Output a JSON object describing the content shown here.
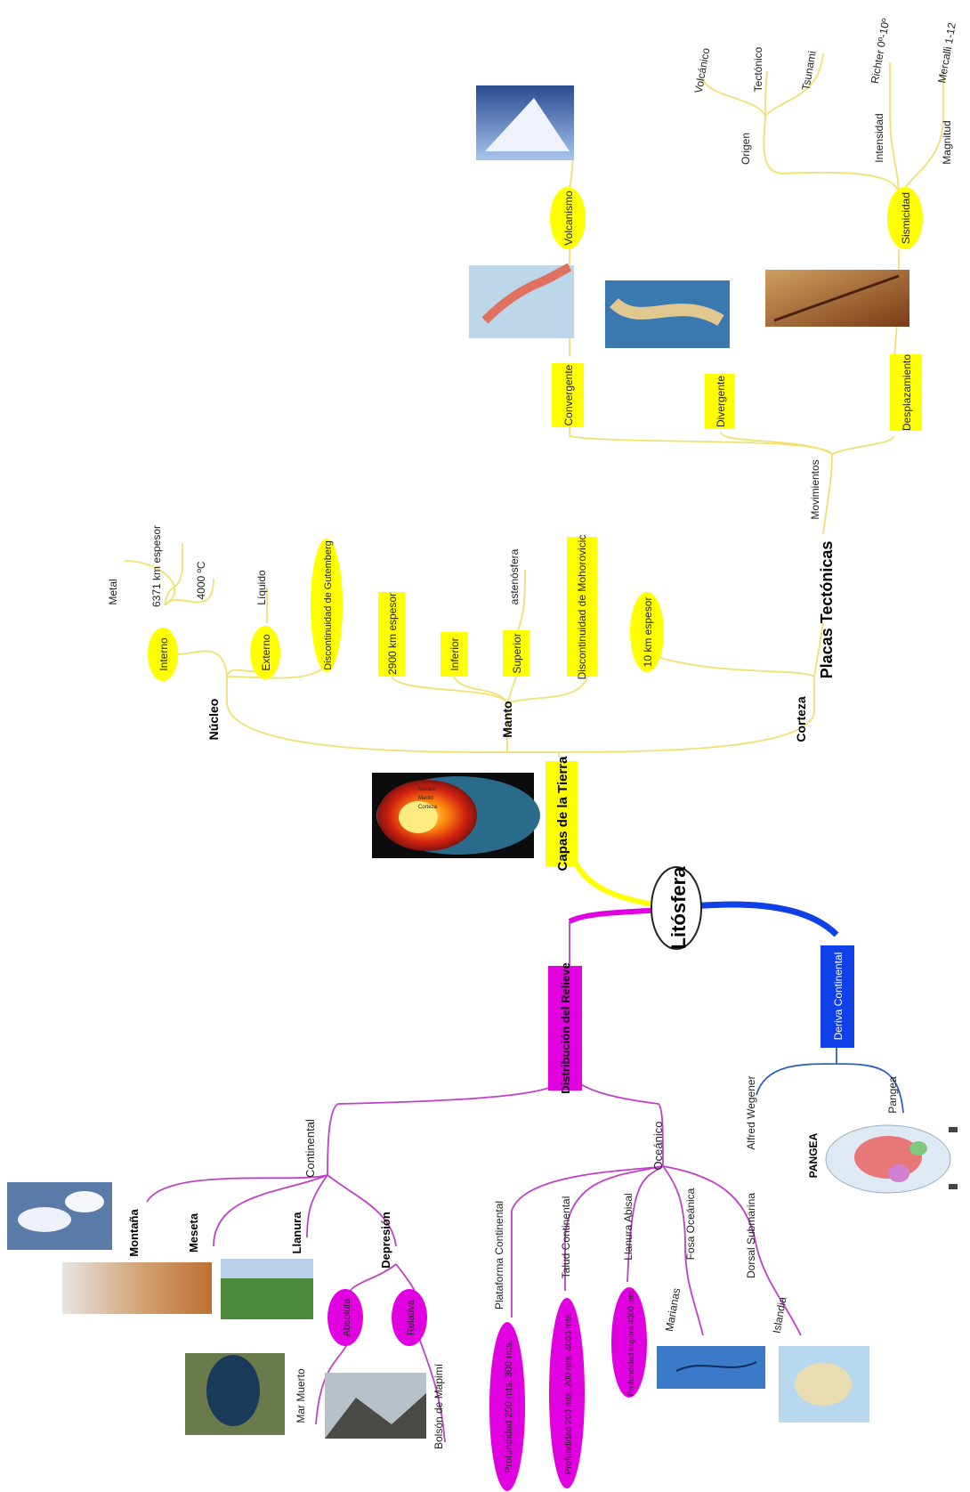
{
  "colors": {
    "yellow": "#ffff00",
    "yellow_line": "#f0e070",
    "magenta": "#e000e0",
    "magenta_line": "#c040c8",
    "blue": "#1040e8",
    "blue_line": "#3060c0"
  },
  "center": {
    "label": "Litósfera"
  },
  "capas": {
    "title": "Capas de la Tierra",
    "nucleo": {
      "label": "Núcleo",
      "interno": "Interno",
      "interno_details": [
        "Metal",
        "6371 km espesor",
        "4000 ºC"
      ],
      "externo": "Externo",
      "externo_details": [
        "Líquido"
      ],
      "gutenberg": "Discontinuidad de Gutemberg"
    },
    "manto": {
      "label": "Manto",
      "espesor": "2900 km espesor",
      "inferior": "Inferior",
      "superior": "Superior",
      "superior_details": [
        "astenósfera"
      ],
      "mohorovicic": "Discontinuidad de Mohorovicic"
    },
    "corteza": {
      "label": "Corteza",
      "espesor": "10 km espesor"
    },
    "earth_image_labels": [
      "Núcleo",
      "Manto",
      "Corteza"
    ]
  },
  "placas": {
    "title": "Placas Tectónicas",
    "movimientos": "Movimientos",
    "convergente": "Convergente",
    "volcanismo": "Volcanismo",
    "divergente": "Divergente",
    "desplazamiento": "Desplazamiento",
    "sismicidad": "Sismicidad",
    "origen": "Origen",
    "origen_items": [
      "Volcánico",
      "Tectónico",
      "Tsunami"
    ],
    "intensidad": "Intensidad",
    "intensidad_items": [
      "Richter 0º-10º"
    ],
    "magnitud": "Magnitud",
    "magnitud_items": [
      "Mercalli 1-12"
    ]
  },
  "relieve": {
    "title": "Distribución del Relieve",
    "continental": "Continental",
    "montana": "Montaña",
    "meseta": "Meseta",
    "llanura": "Llanura",
    "depresion": "Depresión",
    "absoluta": "Absoluta",
    "relativa": "Relativa",
    "mar_muerto": "Mar Muerto",
    "bolson": "Bolsón de Mapimí",
    "oceanico": "Oceánico",
    "plataforma": "Plataforma Continental",
    "plataforma_prof": "Profundidad 200 mts. 300 mts.",
    "talud": "Talud Continental",
    "talud_prof": "Profundidad 200 mts. 200 mts. 4000 mts.",
    "llanura_abisal": "Llanura Abisal",
    "llanura_prof": "Profundidad supera 4000 mts.",
    "fosa": "Fosa Oceánica",
    "marianas": "Marianas",
    "dorsal": "Dorsal Submarina",
    "islandia": "Islandia"
  },
  "deriva": {
    "title": "Deriva Continental",
    "wegener": "Alfred Wegener",
    "pangea": "Pangea",
    "pangea_caption": "PANGEA"
  }
}
